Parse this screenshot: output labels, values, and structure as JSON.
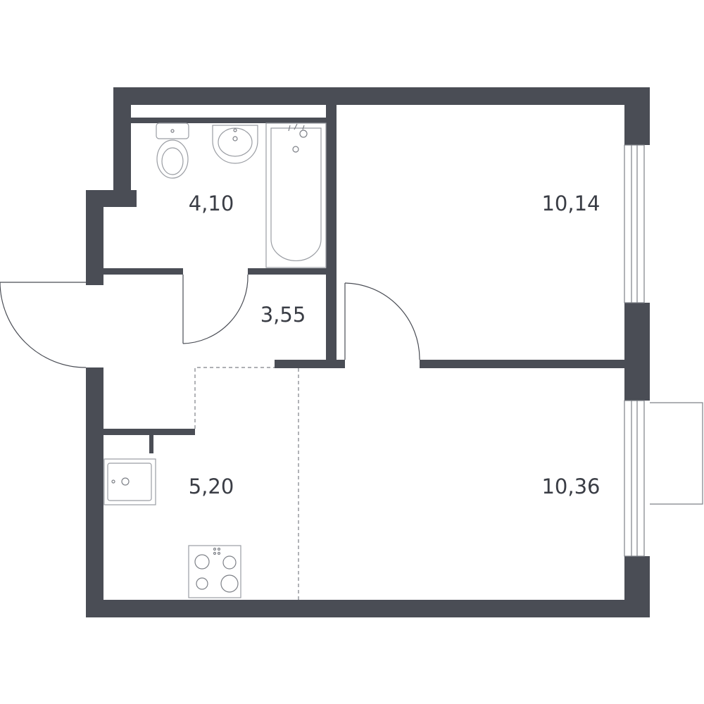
{
  "rooms": {
    "bathroom": {
      "area": "4,10"
    },
    "hallway": {
      "area": "3,55"
    },
    "bedroom": {
      "area": "10,14"
    },
    "kitchen": {
      "area": "5,20"
    },
    "living_room": {
      "area": "10,36"
    }
  },
  "colors": {
    "wall": "#4a4d55",
    "fixture": "#9a9da3",
    "background": "#ffffff"
  }
}
